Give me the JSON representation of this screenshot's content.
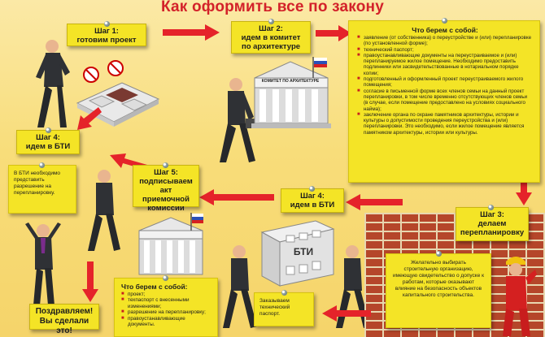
{
  "title": "Как оформить все по закону",
  "steps": {
    "step1": "Шаг 1:\nготовим проект",
    "step2": "Шаг 2:\nидем в комитет\nпо архитектуре",
    "step3": "Шаг 3:\nделаем\nперепланировку",
    "step4a": "Шаг 4:\nидем в БТИ",
    "step4b": "Шаг 4:\nидем в БТИ",
    "step5": "Шаг 5:\nподписываем\nакт приемочной\nкомиссии",
    "final": "Поздравляем!\nВы сделали это!"
  },
  "signs": {
    "committee": "КОМИТЕТ ПО АРХИТЕКТУРЕ",
    "bti": "БТИ"
  },
  "docs_top": {
    "heading": "Что берем с собой:",
    "items": [
      "заявление (от собственника) о переустройстве и (или) перепланировке (по установленной форме);",
      "технический паспорт;",
      "правоустанавливающие документы на переустраиваемое и (или) перепланируемое жилое помещение. Необходимо предоставить подлинники или засвидетельствованные в нотариальном порядке копии;",
      "подготовленный и оформленный проект переустраиваемого жилого помещения;",
      "согласие в письменной форме всех членов семьи на данный проект перепланировки, в том числе временно отсутствующих членов семьи (в случае, если помещение предоставлено на условиях социального найма);",
      "заключение органа по охране памятников архитектуры, истории и культуры о допустимости проведения переустройства и (или) перепланировки. Это необходимо, если жилое помещение является памятником архитектуры, истории или культуры."
    ]
  },
  "docs_bottom": {
    "heading": "Что берем с собой:",
    "items": [
      "проект;",
      "техпаспорт с внесенными изменениями;",
      "разрешение на перепланировку;",
      "правоустанавливающие документы."
    ]
  },
  "notes": {
    "bti_permit": "В БТИ необходимо представить разрешение на перепланировку.",
    "order_passport": "Заказываем технический паспорт.",
    "builder_advice": "Желательно выбирать строительную организацию, имеющую свидетельство о допуске к работам, которые оказывают влияние на безопасность объектов капитального строительства."
  },
  "colors": {
    "title": "#d3222a",
    "note": "#f4e426",
    "arrow": "#e5232a",
    "background": "#f8dd7a"
  }
}
